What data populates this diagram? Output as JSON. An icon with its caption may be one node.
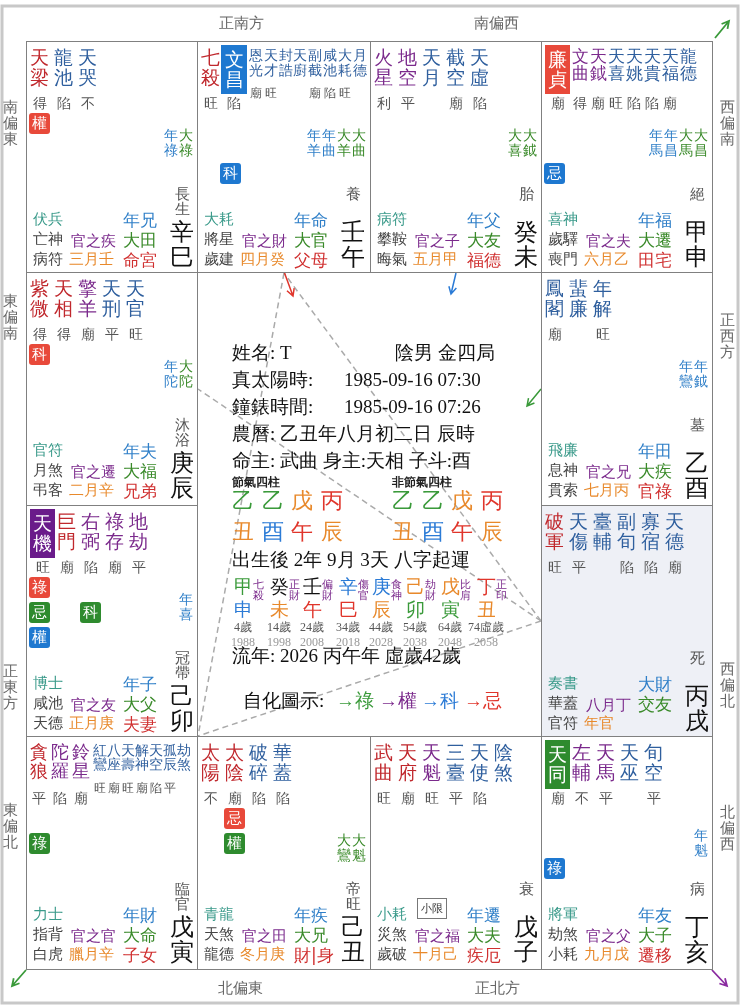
{
  "diagram": {
    "nodes": [
      {
        "text": [
          "天梁",
          "龍池",
          "天哭",
          "得",
          "陷",
          "不",
          "年祿",
          "大祿",
          "長生",
          "辛巳",
          "伏兵",
          "亡神",
          "病符",
          "官之疾",
          "三月壬",
          "年兄",
          "大田",
          "命宮"
        ]
      },
      {
        "text": [
          "七殺",
          "恩光",
          "天才",
          "封誥",
          "天廚",
          "副截",
          "咸池",
          "大耗",
          "月德",
          "旺",
          "陷",
          "廟",
          "旺",
          "廟",
          "陷",
          "旺",
          "年羊",
          "年曲",
          "大羊",
          "大曲",
          "養",
          "壬午",
          "大耗",
          "將星",
          "歲建",
          "官之財",
          "四月癸",
          "年命",
          "大官",
          "父母"
        ]
      },
      {
        "text": [
          "火星",
          "地空",
          "天月",
          "截空",
          "天虛",
          "利",
          "平",
          "廟",
          "陷",
          "大喜",
          "大鉞",
          "胎",
          "癸未",
          "病符",
          "攀鞍",
          "晦氣",
          "官之子",
          "五月甲",
          "年父",
          "大友",
          "福德"
        ]
      },
      {
        "text": [
          "文曲",
          "天鉞",
          "天喜",
          "天姚",
          "天貴",
          "天福",
          "龍德",
          "廟",
          "得",
          "廟",
          "旺",
          "陷",
          "陷",
          "廟",
          "年馬",
          "年昌",
          "大馬",
          "大昌",
          "絕",
          "甲申",
          "喜神",
          "歲驛",
          "喪門",
          "官之夫",
          "六月乙",
          "年福",
          "大遷",
          "田宅"
        ]
      },
      {
        "text": [
          "紫微",
          "天相",
          "擎羊",
          "天刑",
          "天官",
          "得",
          "得",
          "廟",
          "平",
          "旺",
          "年陀",
          "大陀",
          "沐浴",
          "庚辰",
          "官符",
          "月煞",
          "弔客",
          "官之遷",
          "二月辛",
          "年夫",
          "大福",
          "兄弟"
        ]
      },
      {
        "text": [
          "鳳閣",
          "蜚廉",
          "年解",
          "廟",
          "旺",
          "年鸞",
          "年鉞",
          "墓",
          "乙酉",
          "飛廉",
          "息神",
          "貫索",
          "官之兄",
          "七月丙",
          "年田",
          "大疾",
          "官祿"
        ]
      },
      {
        "text": [
          "巨門",
          "右弼",
          "祿存",
          "地劫",
          "旺",
          "廟",
          "陷",
          "廟",
          "平",
          "年喜",
          "冠帶",
          "己卯",
          "博士",
          "咸池",
          "天德",
          "官之友",
          "正月庚",
          "年子",
          "大父",
          "夫妻"
        ]
      },
      {
        "text": [
          "破軍",
          "天傷",
          "臺輔",
          "副旬",
          "寡宿",
          "天德",
          "旺",
          "平",
          "陷",
          "陷",
          "廟",
          "死",
          "丙戌",
          "奏書",
          "華蓋",
          "官符",
          "八月丁",
          "年官",
          "大財",
          "交友"
        ]
      },
      {
        "text": [
          "貪狼",
          "陀羅",
          "鈴星",
          "紅鸞",
          "八座",
          "天壽",
          "解神",
          "天空",
          "孤辰",
          "劫煞",
          "平",
          "陷",
          "廟",
          "旺",
          "廟",
          "旺",
          "廟",
          "陷",
          "平",
          "臨官",
          "戊寅",
          "力士",
          "指背",
          "白虎",
          "官之官",
          "臘月辛",
          "年財",
          "大命",
          "子女"
        ]
      },
      {
        "text": [
          "太陽",
          "太陰",
          "破碎",
          "華蓋",
          "不",
          "廟",
          "陷",
          "陷",
          "大鸞",
          "大魁",
          "帝旺",
          "己丑",
          "青龍",
          "天煞",
          "龍德",
          "官之田",
          "冬月庚",
          "年疾",
          "大兄",
          "財|身"
        ]
      },
      {
        "text": [
          "武曲",
          "天府",
          "天魁",
          "三臺",
          "天使",
          "陰煞",
          "旺",
          "廟",
          "旺",
          "平",
          "陷",
          "衰",
          "戊子",
          "小耗",
          "災煞",
          "歲破",
          "官之福",
          "十月己",
          "年遷",
          "大夫",
          "疾厄"
        ]
      },
      {
        "text": [
          "左輔",
          "天馬",
          "天巫",
          "旬空",
          "廟",
          "不",
          "平",
          "平",
          "年魁",
          "病",
          "丁亥",
          "將軍",
          "劫煞",
          "小耗",
          "官之父",
          "九月戊",
          "年友",
          "大子",
          "遷移"
        ]
      },
      {
        "text": [
          "權"
        ],
        "in": 0
      },
      {
        "text": [
          "文昌"
        ],
        "in": 1
      },
      {
        "text": [
          "科"
        ],
        "in": 1
      },
      {
        "text": [
          "廉貞"
        ],
        "in": 3
      },
      {
        "text": [
          "忌"
        ],
        "in": 3
      },
      {
        "text": [
          "科"
        ],
        "in": 4
      },
      {
        "text": [
          "天機"
        ],
        "in": 6
      },
      {
        "text": [
          "祿"
        ],
        "in": 6
      },
      {
        "text": [
          "忌"
        ],
        "in": 6
      },
      {
        "text": [
          "科"
        ],
        "in": 6
      },
      {
        "text": [
          "權"
        ],
        "in": 6
      },
      {
        "text": [
          "祿"
        ],
        "in": 8
      },
      {
        "text": [
          "忌"
        ],
        "in": 9
      },
      {
        "text": [
          "權"
        ],
        "in": 9
      },
      {
        "text": [
          "小限"
        ],
        "in": 10
      },
      {
        "text": [
          "天同"
        ],
        "in": 11
      },
      {
        "text": [
          "祿"
        ],
        "in": 11
      }
    ],
    "edges": [
      {
        "from": 7,
        "to": 1,
        "arrow": "none",
        "style": "dashed"
      },
      {
        "from": 7,
        "to": 4,
        "arrow": "none",
        "style": "dashed"
      },
      {
        "from": 7,
        "to": 8,
        "arrow": "none",
        "style": "dashed"
      },
      {
        "from": 1,
        "to": 8,
        "arrow": "none",
        "style": "dashed"
      },
      {
        "from": 1,
        "to": null,
        "arrow": "to",
        "color": "#e0352b"
      },
      {
        "from": 2,
        "to": null,
        "arrow": "to",
        "color": "#2b7bd6"
      },
      {
        "from": 5,
        "to": null,
        "arrow": "to",
        "color": "#3a9a3a"
      }
    ],
    "labels": [
      "正南方",
      "南偏西",
      "南偏東",
      "西偏南",
      "東偏南",
      "正西方",
      "正東方",
      "西偏北",
      "東偏北",
      "北偏西",
      "北偏東",
      "正北方",
      "姓名: T",
      "陰男 金四局",
      "真太陽時:",
      "1985-09-16 07:30",
      "鐘錶時間:",
      "1985-09-16 07:26",
      "農曆: 乙丑年八月初二日 辰時",
      "命主: 武曲 身主:天相 子斗:酉",
      "節氣四柱",
      "非節氣四柱",
      "乙",
      "乙",
      "戊",
      "丙",
      "丑",
      "酉",
      "午",
      "辰",
      "乙",
      "乙",
      "戊",
      "丙",
      "丑",
      "酉",
      "午",
      "辰",
      "出生後 2年 9月 3天 八字起運",
      "甲",
      "申",
      "七殺",
      "4歲",
      "1988",
      "癸",
      "未",
      "正財",
      "14歲",
      "1998",
      "壬",
      "午",
      "偏財",
      "24歲",
      "2008",
      "辛",
      "巳",
      "傷官",
      "34歲",
      "2018",
      "庚",
      "辰",
      "食神",
      "44歲",
      "2028",
      "己",
      "卯",
      "劫財",
      "54歲",
      "2038",
      "戊",
      "寅",
      "比肩",
      "64歲",
      "2048",
      "丁",
      "丑",
      "正印",
      "74虛歲",
      "2058",
      "流年: 2026 丙午年 虛歲42歲",
      "自化圖示:",
      "→祿",
      "→權",
      "→科",
      "→忌"
    ]
  }
}
